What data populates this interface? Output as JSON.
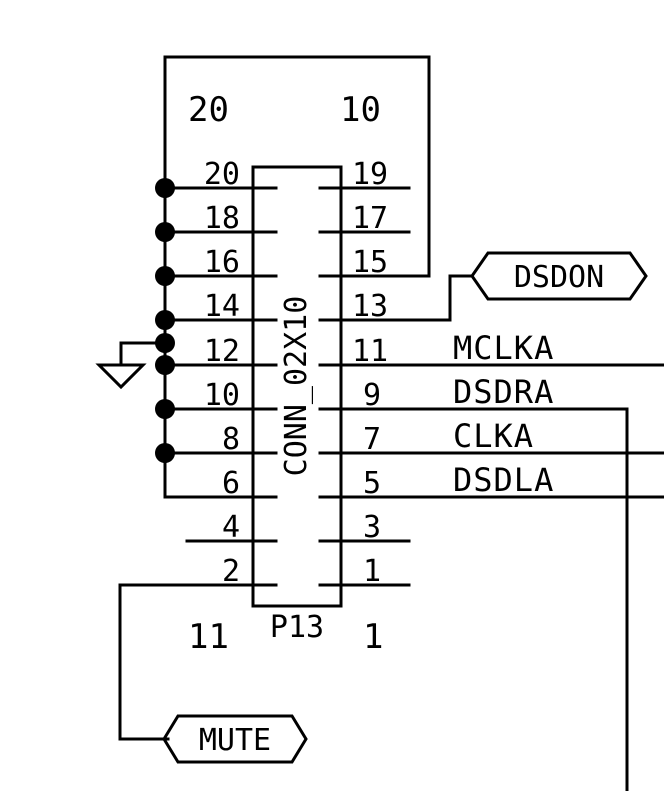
{
  "connector": {
    "reference": "P13",
    "value": "CONN_02X10"
  },
  "corner_labels": {
    "top_left": "20",
    "top_right": "10",
    "bottom_left": "11",
    "bottom_right": "1"
  },
  "pins": {
    "left": [
      "20",
      "18",
      "16",
      "14",
      "12",
      "10",
      "8",
      "6",
      "4",
      "2"
    ],
    "right": [
      "19",
      "17",
      "15",
      "13",
      "11",
      "9",
      "7",
      "5",
      "3",
      "1"
    ]
  },
  "nets": {
    "mclka": "MCLKA",
    "dsdra": "DSDRA",
    "clka": "CLKA",
    "dsdla": "DSDLA"
  },
  "global_labels": {
    "dsdon": "DSDON",
    "mute": "MUTE"
  },
  "symbols": {
    "ground": "ground-symbol-icon"
  }
}
